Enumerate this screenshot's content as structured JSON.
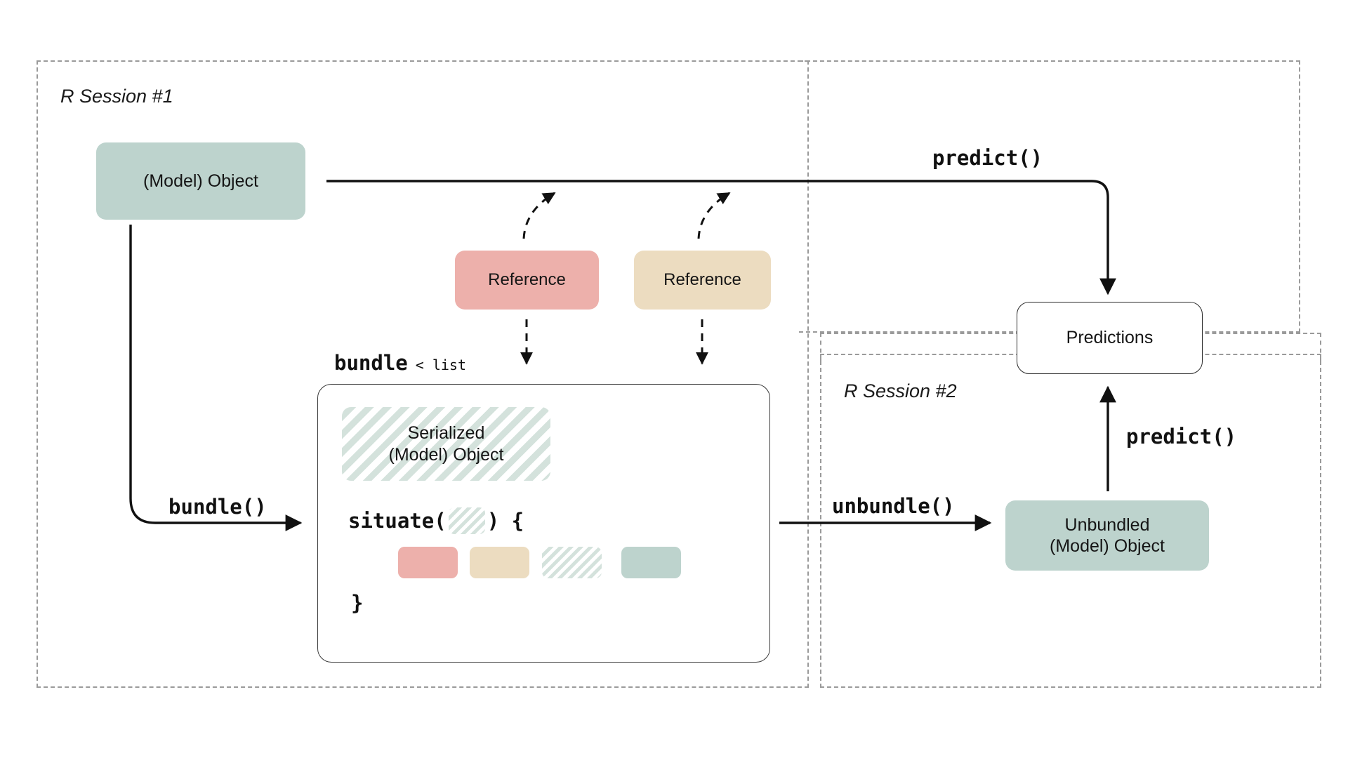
{
  "diagram": {
    "title_sessions": {
      "session1_label": "R Session #1",
      "session2_label": "R Session #2"
    },
    "nodes": {
      "model_object": "(Model) Object",
      "reference_red": "Reference",
      "reference_beige": "Reference",
      "serialized_object_line1": "Serialized",
      "serialized_object_line2": "(Model) Object",
      "predictions": "Predictions",
      "unbundled_line1": "Unbundled",
      "unbundled_line2": "(Model) Object"
    },
    "code_labels": {
      "bundle_fn": "bundle()",
      "unbundle_fn": "unbundle()",
      "predict_top": "predict()",
      "predict_session2": "predict()",
      "bundle_type_name": "bundle",
      "bundle_type_rel": "< list",
      "situate_open": "situate(",
      "situate_close": ") {",
      "situate_brace_close": "}"
    },
    "colors": {
      "teal": "#bdd3cd",
      "salmon": "#edb0ab",
      "beige": "#ecdcc0",
      "hatch_green": "#d4e2dc",
      "dashed_border": "#9a9a9a",
      "stroke": "#2a2a2a",
      "background": "#ffffff"
    },
    "icons": {
      "arrow_solid": "arrow-solid",
      "arrow_dashed": "arrow-dashed"
    }
  }
}
